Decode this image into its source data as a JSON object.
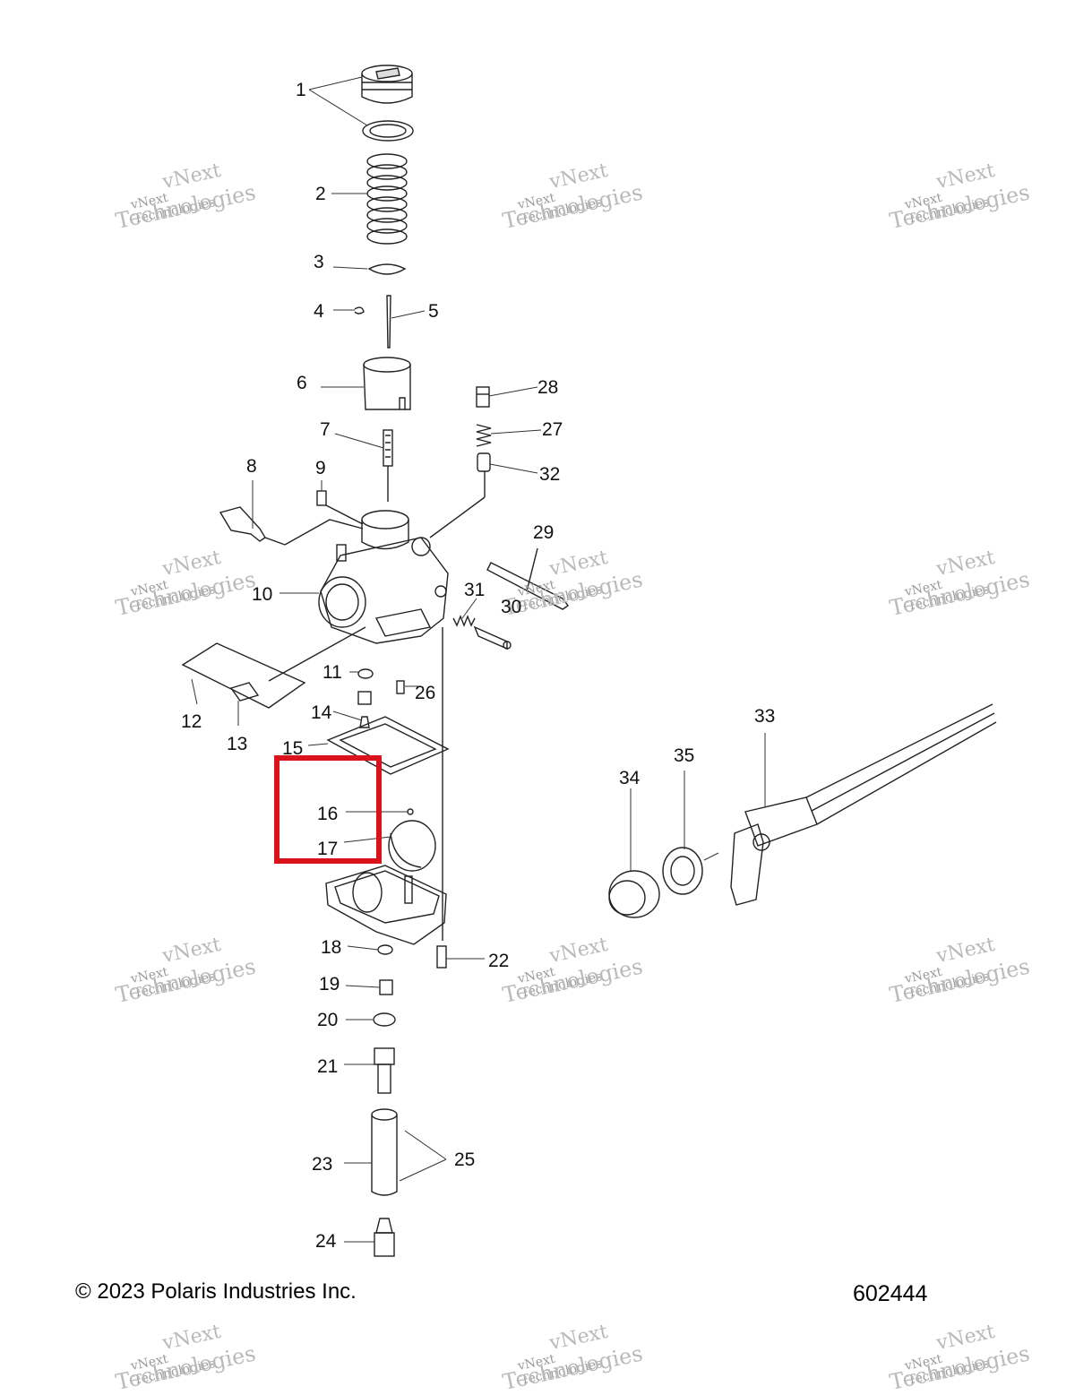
{
  "diagram": {
    "part_labels": [
      "1",
      "2",
      "3",
      "4",
      "5",
      "6",
      "7",
      "8",
      "9",
      "10",
      "11",
      "12",
      "13",
      "14",
      "15",
      "16",
      "17",
      "18",
      "19",
      "20",
      "21",
      "22",
      "23",
      "24",
      "25",
      "26",
      "27",
      "28",
      "29",
      "30",
      "31",
      "32",
      "33",
      "34",
      "35"
    ],
    "highlight_color": "#d9121b"
  },
  "footer": {
    "copyright": "© 2023 Polaris Industries Inc.",
    "doc_number": "602444"
  },
  "watermark": {
    "line1": "vNext",
    "line2": "vNext Technologies",
    "line3": "Technologies"
  }
}
